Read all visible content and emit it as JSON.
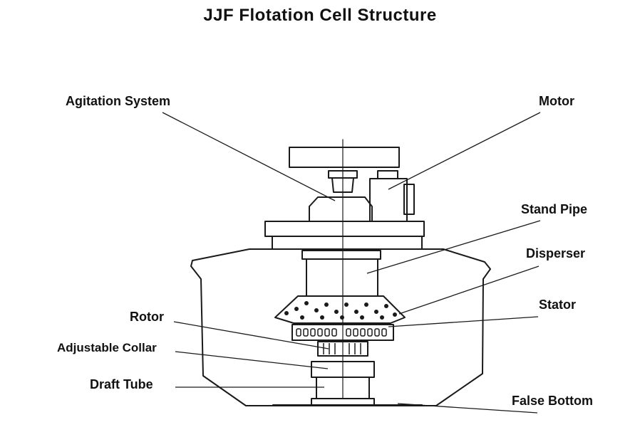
{
  "title": "JJF Flotation Cell Structure",
  "labels": {
    "agitation_system": "Agitation System",
    "motor": "Motor",
    "stand_pipe": "Stand Pipe",
    "disperser": "Disperser",
    "stator": "Stator",
    "rotor": "Rotor",
    "adjustable_collar": "Adjustable Collar",
    "draft_tube": "Draft Tube",
    "false_bottom": "False Bottom"
  },
  "colors": {
    "line": "#1a1a1a",
    "background": "#ffffff"
  }
}
